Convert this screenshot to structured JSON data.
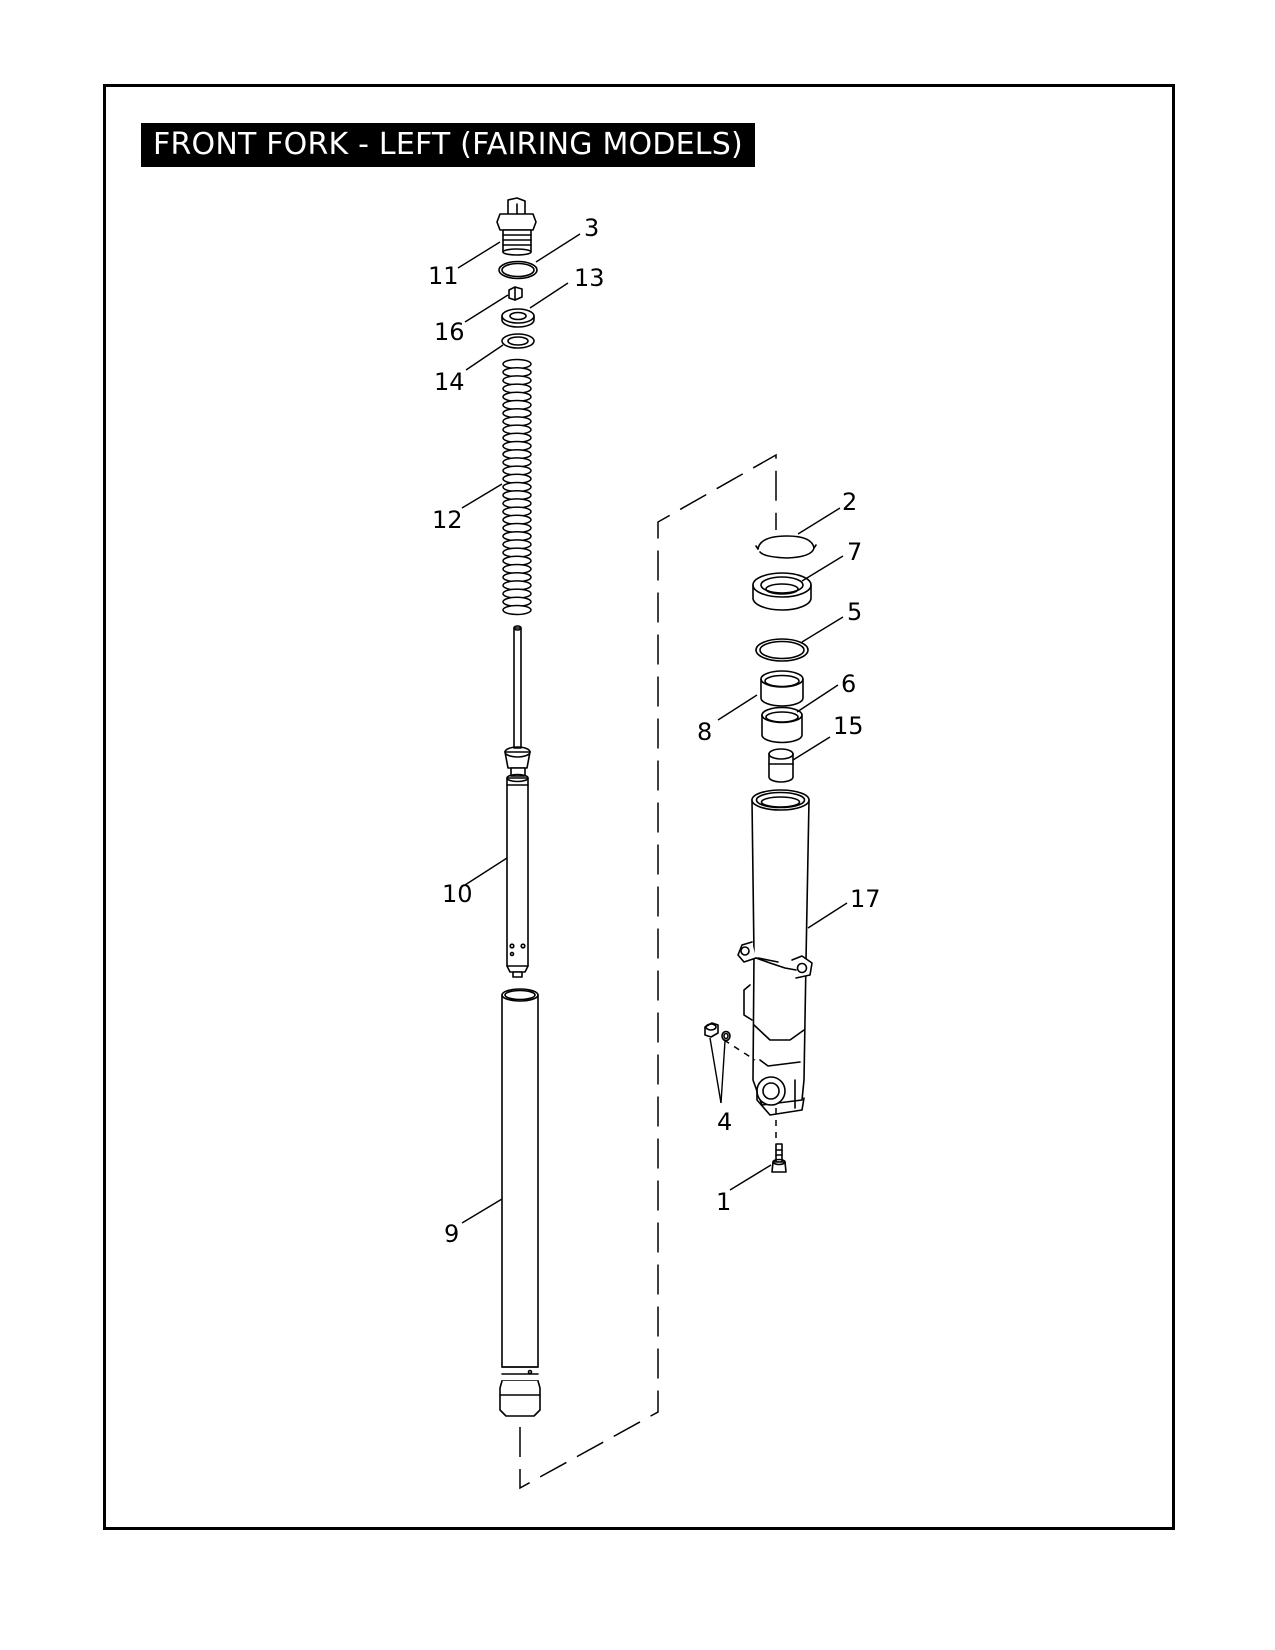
{
  "title": "FRONT FORK - LEFT (FAIRING MODELS)",
  "callouts": [
    {
      "id": "c3",
      "label": "3"
    },
    {
      "id": "c11",
      "label": "11"
    },
    {
      "id": "c13",
      "label": "13"
    },
    {
      "id": "c16",
      "label": "16"
    },
    {
      "id": "c14",
      "label": "14"
    },
    {
      "id": "c12",
      "label": "12"
    },
    {
      "id": "c10",
      "label": "10"
    },
    {
      "id": "c9",
      "label": "9"
    },
    {
      "id": "c2",
      "label": "2"
    },
    {
      "id": "c7",
      "label": "7"
    },
    {
      "id": "c5",
      "label": "5"
    },
    {
      "id": "c6",
      "label": "6"
    },
    {
      "id": "c8",
      "label": "8"
    },
    {
      "id": "c15",
      "label": "15"
    },
    {
      "id": "c17",
      "label": "17"
    },
    {
      "id": "c4",
      "label": "4"
    },
    {
      "id": "c1",
      "label": "1"
    }
  ],
  "colors": {
    "line": "#000000",
    "background": "#ffffff",
    "title_bg": "#000000",
    "title_text": "#ffffff"
  }
}
